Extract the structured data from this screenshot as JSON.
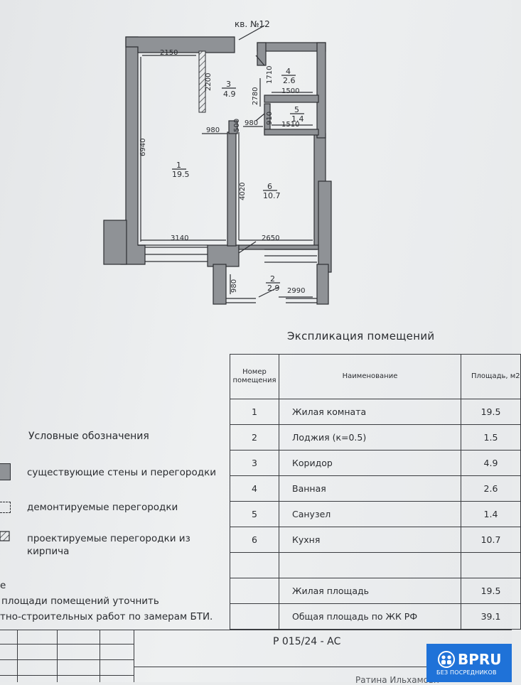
{
  "plan": {
    "apt_label": "кв. №12",
    "dims": {
      "d2150": "2150",
      "d2200": "2200",
      "d6940": "6940",
      "d980a": "980",
      "d500": "500",
      "d980b": "980",
      "d4020": "4020",
      "d3140": "3140",
      "d2650": "2650",
      "d1710": "1710",
      "d2780": "2780",
      "d1500": "1500",
      "d910": "910",
      "d1510": "1510",
      "d980c": "980",
      "d2990": "2990"
    },
    "rooms": [
      {
        "num": "1",
        "area": "19.5"
      },
      {
        "num": "2",
        "area": "2.9"
      },
      {
        "num": "3",
        "area": "4.9"
      },
      {
        "num": "4",
        "area": "2.6"
      },
      {
        "num": "5",
        "area": "1.4"
      },
      {
        "num": "6",
        "area": "10.7"
      }
    ]
  },
  "explication": {
    "title": "Экспликация помещений",
    "headers": {
      "num": "Номер помещения",
      "name": "Наименование",
      "area": "Площадь, м2"
    },
    "rows": [
      {
        "num": "1",
        "name": "Жилая комната",
        "area": "19.5"
      },
      {
        "num": "2",
        "name": "Лоджия (к=0.5)",
        "area": "1.5"
      },
      {
        "num": "3",
        "name": "Коридор",
        "area": "4.9"
      },
      {
        "num": "4",
        "name": "Ванная",
        "area": "2.6"
      },
      {
        "num": "5",
        "name": "Санузел",
        "area": "1.4"
      },
      {
        "num": "6",
        "name": "Кухня",
        "area": "10.7"
      },
      {
        "num": "",
        "name": "",
        "area": ""
      }
    ],
    "totals": [
      {
        "name": "Жилая площадь",
        "area": "19.5"
      },
      {
        "name": "Общая площадь по ЖК РФ",
        "area": "39.1"
      }
    ]
  },
  "legend": {
    "title": "Условные обозначения",
    "items": [
      {
        "label": "существующие стены и перегородки"
      },
      {
        "label": "демонтируемые перегородки"
      },
      {
        "label": "проектируемые перегородки из",
        "label2": "кирпича"
      }
    ]
  },
  "notes": {
    "line1": "е",
    "line2": "площади помещений уточнить",
    "line3": "тно-строительных работ по замерам БТИ."
  },
  "stamp": {
    "code": "Р 015/24 - АС",
    "bottom_text": "Ратина Ильхамовн"
  },
  "watermark": {
    "brand": "BPRU",
    "tag": "БЕЗ ПОСРЕДНИКОВ"
  },
  "colors": {
    "wall": "#8f9296",
    "accent": "#1f72d8",
    "ink": "#2a2c30"
  }
}
